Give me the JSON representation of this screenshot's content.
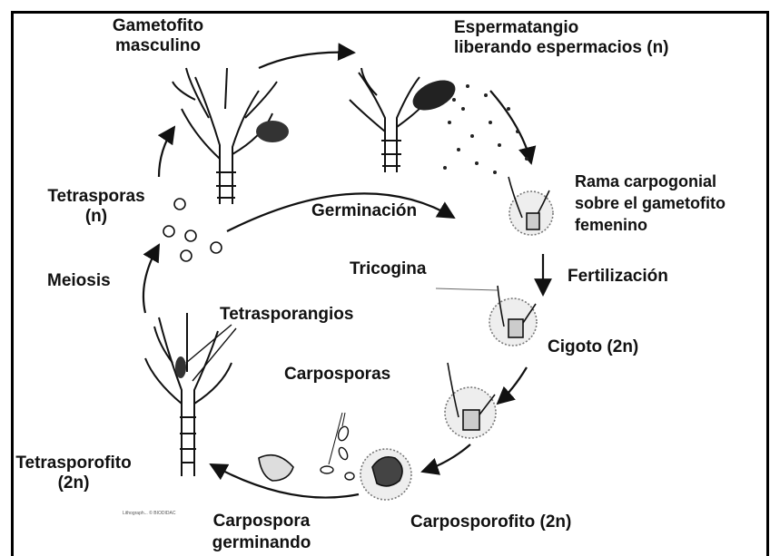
{
  "labels": {
    "gametofito_masculino": "Gametofito\nmasculino",
    "espermatangio": "Espermatangio\nliberando espermacios (n)",
    "rama_carpogonial": "Rama carpogonial\nsobre el gametofito\nfemenino",
    "germinacion": "Germinación",
    "tetrasporas": "Tetrasporas\n(n)",
    "meiosis": "Meiosis",
    "tricogina": "Tricogina",
    "fertilizacion": "Fertilización",
    "tetrasporangios": "Tetrasporangios",
    "cigoto": "Cigoto (2n)",
    "carposporas": "Carposporas",
    "tetrasporofito": "Tetrasporofito\n(2n)",
    "carposporofito": "Carposporofito (2n)",
    "carpospora_germinando": "Carpospora\ngerminando",
    "credit": "Lithograph... © BIODIDAC"
  },
  "colors": {
    "ink": "#111111",
    "stipple": "#555555",
    "background": "#ffffff"
  }
}
